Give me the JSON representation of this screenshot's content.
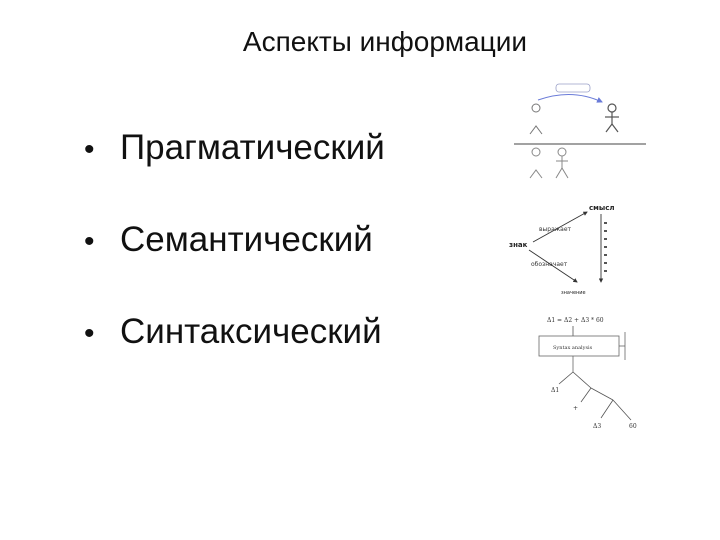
{
  "slide": {
    "title": "Аспекты информации"
  },
  "bullets": [
    {
      "marker": "•",
      "text": "Прагматический"
    },
    {
      "marker": "•",
      "text": "Семантический"
    },
    {
      "marker": "•",
      "text": "Синтаксический"
    }
  ],
  "semantic_diagram": {
    "top_label": "смысл",
    "left_label": "знак",
    "upper_edge_label": "выражает",
    "lower_edge_label": "обозначает",
    "bottom_label": "значение"
  },
  "syntax_diagram": {
    "formula": "Δ1 = Δ2 + Δ3 * 60",
    "box_label": "Syntax analysis",
    "leaf_1": "Δ1",
    "operator": "+",
    "leaf_2": "Δ3",
    "leaf_3": "60"
  }
}
